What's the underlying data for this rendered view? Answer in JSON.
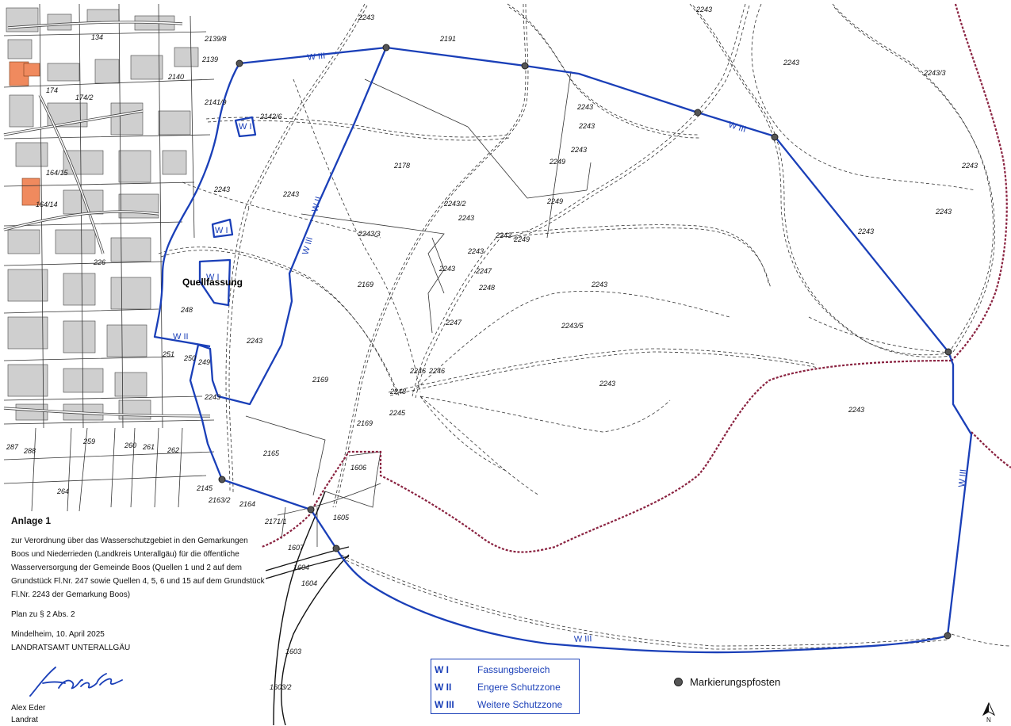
{
  "document": {
    "title": "Anlage 1",
    "description": "zur Verordnung über das Wasserschutzgebiet in den Gemarkungen Boos und Niederrieden (Landkreis Unterallgäu) für die öffentliche Wasserversorgung der Gemeinde Boos (Quellen 1 und 2 auf dem Grundstück Fl.Nr. 247 sowie Quellen 4, 5, 6 und 15 auf dem Grundstück Fl.Nr. 2243 der Gemarkung Boos)",
    "plan_ref": "Plan zu § 2 Abs. 2",
    "place_date": "Mindelheim, 10. April 2025",
    "authority": "LANDRATSAMT UNTERALLGÄU",
    "signature": "Alex Eder",
    "signer_name": "Alex Eder",
    "signer_title": "Landrat"
  },
  "legend": {
    "items": [
      {
        "code": "W I",
        "label": "Fassungsbereich"
      },
      {
        "code": "W II",
        "label": "Engere Schutzzone"
      },
      {
        "code": "W III",
        "label": "Weitere Schutzzone"
      }
    ],
    "marker_label": "Markierungspfosten"
  },
  "north_arrow": "N",
  "map": {
    "spring_label": "Quellfassung",
    "zone_labels": [
      "W III",
      "W III",
      "W II",
      "W III",
      "W I",
      "W I",
      "W I",
      "W II",
      "W III",
      "W III"
    ],
    "parcel_numbers": [
      "2243",
      "2191",
      "2243",
      "2243/3",
      "2243",
      "2139/8",
      "2139",
      "2140",
      "2141/9",
      "2142/6",
      "2178",
      "2243",
      "2243",
      "2243/2",
      "2243",
      "2249",
      "2249",
      "2243",
      "2243",
      "2243/3",
      "2243",
      "2169",
      "2248",
      "2247",
      "2243",
      "2243/5",
      "2247",
      "2243",
      "2169",
      "2246",
      "2246",
      "2248",
      "2245",
      "2243",
      "2169",
      "2165",
      "1606",
      "1605",
      "1607",
      "1604",
      "1604",
      "1603",
      "1603/2",
      "2145",
      "2163/2",
      "2164",
      "2171/1",
      "2243",
      "248",
      "250",
      "251",
      "249",
      "226",
      "259",
      "260",
      "261",
      "262",
      "264",
      "287",
      "288",
      "134",
      "174",
      "174/2",
      "164/15",
      "164/14",
      "2243",
      "2243",
      "2243",
      "2243",
      "2243",
      "2249",
      "2243",
      "2243"
    ]
  }
}
